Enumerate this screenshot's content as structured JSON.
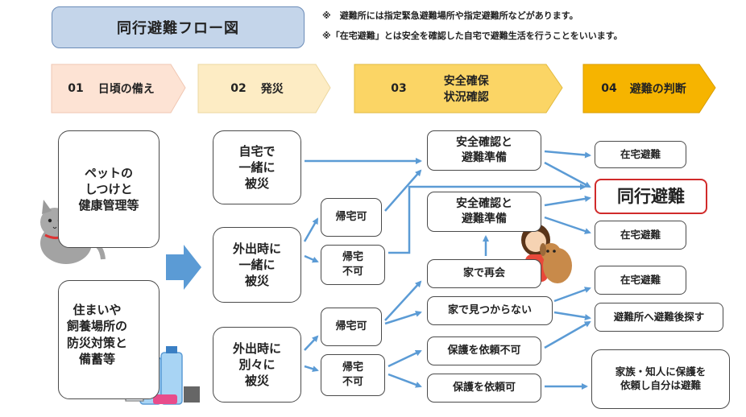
{
  "title": "同行避難フロー図",
  "notes": [
    "※　避難所には指定緊急避難場所や指定避難所などがあります。",
    "※「在宅避難」とは安全を確認した自宅で避難生活を行うことをいいます。"
  ],
  "stages": [
    {
      "num": "01",
      "label": "日頃の備え"
    },
    {
      "num": "02",
      "label": "発災"
    },
    {
      "num": "03",
      "label": "安全確保\n状況確認"
    },
    {
      "num": "04",
      "label": "避難の判断"
    }
  ],
  "prep": {
    "pet_care": "ペットの\nしつけと\n健康管理等",
    "home_prep": "住まいや\n飼養場所の\n防災対策と\n備蓄等"
  },
  "disaster": {
    "at_home": "自宅で\n一緒に\n被災",
    "out_together": "外出時に\n一緒に\n被災",
    "out_apart": "外出時に\n別々に\n被災"
  },
  "return": {
    "a_can": "帰宅可",
    "a_cannot": "帰宅\n不可",
    "b_can": "帰宅可",
    "b_cannot": "帰宅\n不可"
  },
  "safety": {
    "confirm1": "安全確認と\n避難準備",
    "confirm2": "安全確認と\n避難準備",
    "reunite": "家で再会",
    "not_found": "家で見つからない",
    "protect_no": "保護を依頼不可",
    "protect_yes": "保護を依頼可"
  },
  "decision": {
    "stay_home1": "在宅避難",
    "accompanied": "同行避難",
    "stay_home2": "在宅避難",
    "stay_home3": "在宅避難",
    "search_shelter": "避難所へ避難後探す",
    "entrust": "家族・知人に保護を\n依頼し自分は避難"
  },
  "colors": {
    "title_bg": "#c4d5ea",
    "stage1": "#fde3d4",
    "stage2": "#fdecc4",
    "stage3": "#fbd565",
    "stage4": "#f6b400",
    "arrow": "#5b9bd5",
    "highlight": "#d12a2a"
  },
  "illustrations": [
    "cat-icon",
    "water-bottles-icon",
    "girl-with-dog-icon"
  ]
}
